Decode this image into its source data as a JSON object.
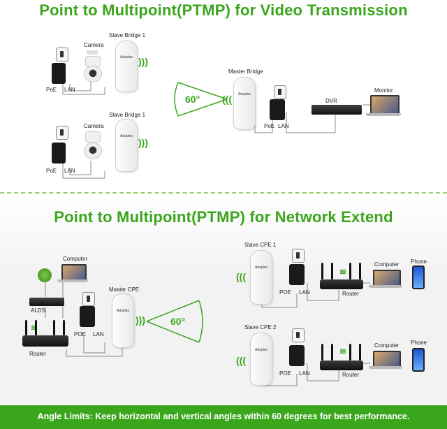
{
  "top": {
    "title": "Point to Multipoint(PTMP) for Video Transmission",
    "slave_bridge_1a": "Slave Bridge 1",
    "slave_bridge_1b": "Slave Bridge 1",
    "camera_a": "Camera",
    "camera_b": "Camera",
    "poe_a": "PoE",
    "lan_a": "LAN",
    "poe_b": "PoE",
    "lan_b": "LAN",
    "master_bridge": "Master Bridge",
    "angle": "60°",
    "poe_m": "PoE",
    "lan_m": "LAN",
    "dvr": "DVR",
    "monitor": "Monitor",
    "brand": "Adoplex"
  },
  "bottom": {
    "title": "Point to Multipoint(PTMP) for Network Extend",
    "computer_left": "Computer",
    "alds": "ALDS",
    "router_left": "Router",
    "poe_left": "POE",
    "lan_left": "LAN",
    "master_cpe": "Master CPE",
    "angle": "60°",
    "slave_cpe_1": "Slave CPE 1",
    "poe_1": "POE",
    "lan_1": "LAN",
    "router_1": "Router",
    "computer_1": "Computer",
    "phone_1": "Phone",
    "slave_cpe_2": "Slave CPE 2",
    "poe_2": "POE",
    "lan_2": "LAN",
    "router_2": "Router",
    "computer_2": "Computer",
    "phone_2": "Phone",
    "brand": "Adoplex"
  },
  "footer": {
    "text": "Angle Limits: Keep horizontal and vertical angles within 60 degrees for best performance."
  },
  "colors": {
    "accent": "#3aa61c",
    "divider": "#9ccc65"
  },
  "icons": [
    "wifi-wave-icon",
    "power-socket-icon",
    "wifi-icon",
    "globe-icon"
  ]
}
